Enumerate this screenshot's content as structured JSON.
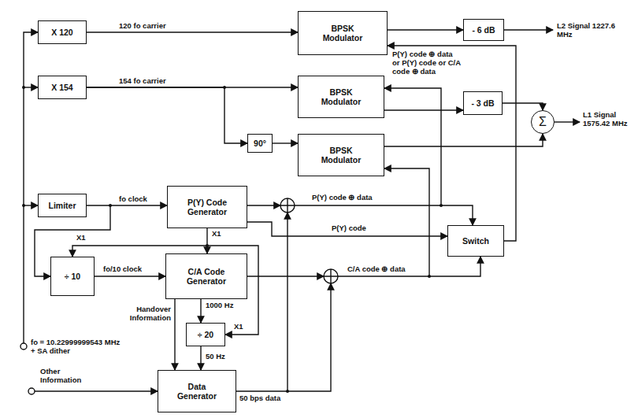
{
  "diagram": {
    "nodes": [
      {
        "text": [
          "X 120"
        ]
      },
      {
        "text": [
          "BPSK Modulator"
        ]
      },
      {
        "text": [
          "- 6 dB"
        ]
      },
      {
        "text": [
          "X 154"
        ]
      },
      {
        "text": [
          "BPSK Modulator"
        ]
      },
      {
        "text": [
          "- 3 dB"
        ]
      },
      {
        "text": [
          "Σ"
        ]
      },
      {
        "text": [
          "90°"
        ]
      },
      {
        "text": [
          "BPSK Modulator"
        ]
      },
      {
        "text": [
          "Limiter"
        ]
      },
      {
        "text": [
          "P(Y) Code Generator"
        ]
      },
      {
        "text": [
          "Switch"
        ]
      },
      {
        "text": [
          "÷ 10"
        ]
      },
      {
        "text": [
          "C/A Code Generator"
        ]
      },
      {
        "text": [
          "÷ 20"
        ]
      },
      {
        "text": [
          "Data Generator"
        ]
      }
    ],
    "edges": [
      {
        "from": 0,
        "to": 1,
        "arrow": "to",
        "label": "120 fo carrier"
      },
      {
        "from": 1,
        "to": 2,
        "arrow": "to"
      },
      {
        "from": 3,
        "to": 4,
        "arrow": "to",
        "label": "154 fo carrier"
      },
      {
        "from": 3,
        "to": 7,
        "arrow": "to"
      },
      {
        "from": 7,
        "to": 8,
        "arrow": "to"
      },
      {
        "from": 4,
        "to": 5,
        "arrow": "to"
      },
      {
        "from": 5,
        "to": 6,
        "arrow": "to"
      },
      {
        "from": 8,
        "to": 6,
        "arrow": "to"
      },
      {
        "from": 9,
        "to": 10,
        "arrow": "to",
        "label": "fo clock"
      },
      {
        "from": 10,
        "to": 13,
        "arrow": "to",
        "label": "X1"
      },
      {
        "from": 12,
        "to": 13,
        "arrow": "to",
        "label": "fo/10 clock"
      },
      {
        "from": 13,
        "to": 14,
        "arrow": "to",
        "label": "1000 Hz"
      },
      {
        "from": 14,
        "to": 15,
        "arrow": "to",
        "label": "50 Hz"
      },
      {
        "from": 10,
        "to": 11,
        "arrow": "to",
        "label": "P(Y) code"
      },
      {
        "from": 13,
        "to": 15,
        "arrow": "to",
        "label": "Handover Information"
      },
      {
        "from": 11,
        "to": 1,
        "arrow": "to",
        "label": "P(Y) code ⊕ data or P(Y) code or C/A code ⊕ data"
      }
    ],
    "labels": [
      "X1",
      "X1",
      "50 bps data",
      "P(Y) code ⊕ data",
      "C/A code ⊕ data",
      "L2 Signal 1227.6 MHz",
      "L1 Signal 1575.42 MHz",
      "fo = 10.22999999543 MHz + SA dither",
      "Other Information"
    ]
  }
}
